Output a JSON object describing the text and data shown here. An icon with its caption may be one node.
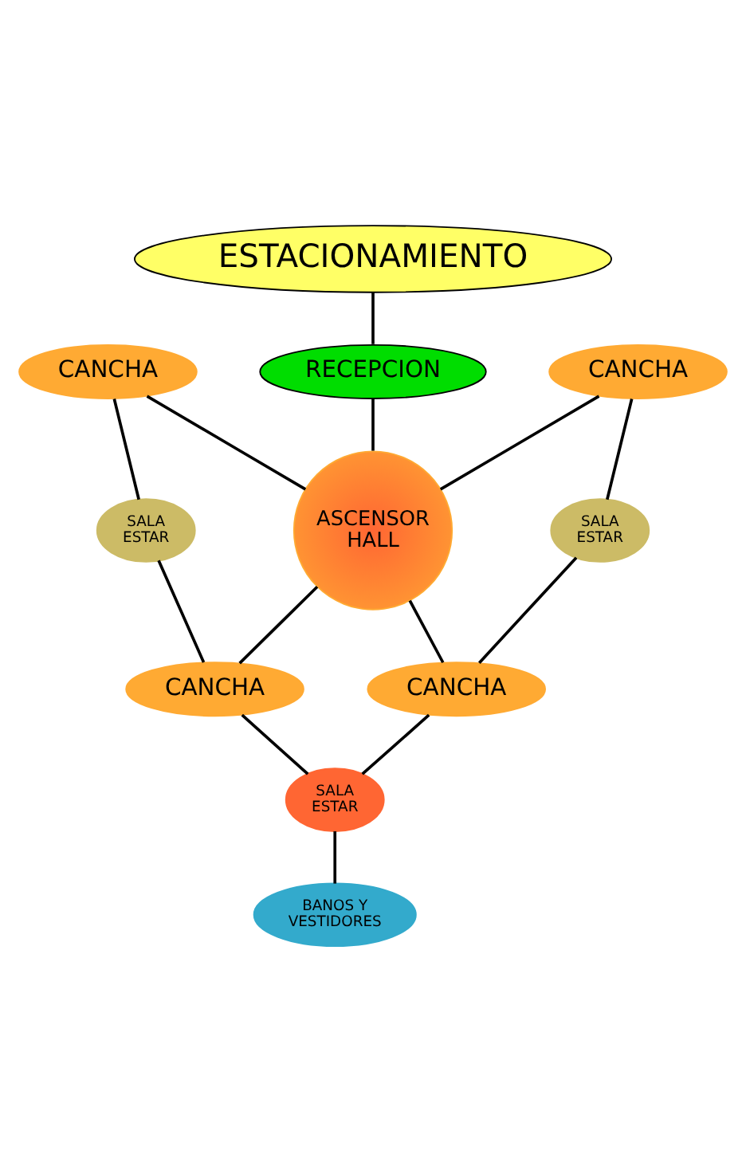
{
  "diagram": {
    "nodes": [
      {
        "text": [
          "ESTACIONAMIENTO"
        ]
      },
      {
        "text": [
          "RECEPCION"
        ]
      },
      {
        "text": [
          "CANCHA"
        ]
      },
      {
        "text": [
          "CANCHA"
        ]
      },
      {
        "text": [
          "SALA ESTAR"
        ]
      },
      {
        "text": [
          "ASCENSOR HALL"
        ]
      },
      {
        "text": [
          "SALA ESTAR"
        ]
      },
      {
        "text": [
          "CANCHA"
        ]
      },
      {
        "text": [
          "CANCHA"
        ]
      },
      {
        "text": [
          "SALA ESTAR"
        ]
      },
      {
        "text": [
          "BANOS Y VESTIDORES"
        ]
      }
    ],
    "edges": [
      {
        "from": 0,
        "to": 1,
        "arrow": "none"
      },
      {
        "from": 1,
        "to": 5,
        "arrow": "none"
      },
      {
        "from": 2,
        "to": 5,
        "arrow": "none"
      },
      {
        "from": 2,
        "to": 4,
        "arrow": "none"
      },
      {
        "from": 4,
        "to": 7,
        "arrow": "none"
      },
      {
        "from": 7,
        "to": 5,
        "arrow": "none"
      },
      {
        "from": 3,
        "to": 5,
        "arrow": "none"
      },
      {
        "from": 3,
        "to": 6,
        "arrow": "none"
      },
      {
        "from": 6,
        "to": 8,
        "arrow": "none"
      },
      {
        "from": 8,
        "to": 5,
        "arrow": "none"
      },
      {
        "from": 7,
        "to": 9,
        "arrow": "none"
      },
      {
        "from": 8,
        "to": 9,
        "arrow": "none"
      },
      {
        "from": 9,
        "to": 10,
        "arrow": "none"
      }
    ]
  }
}
